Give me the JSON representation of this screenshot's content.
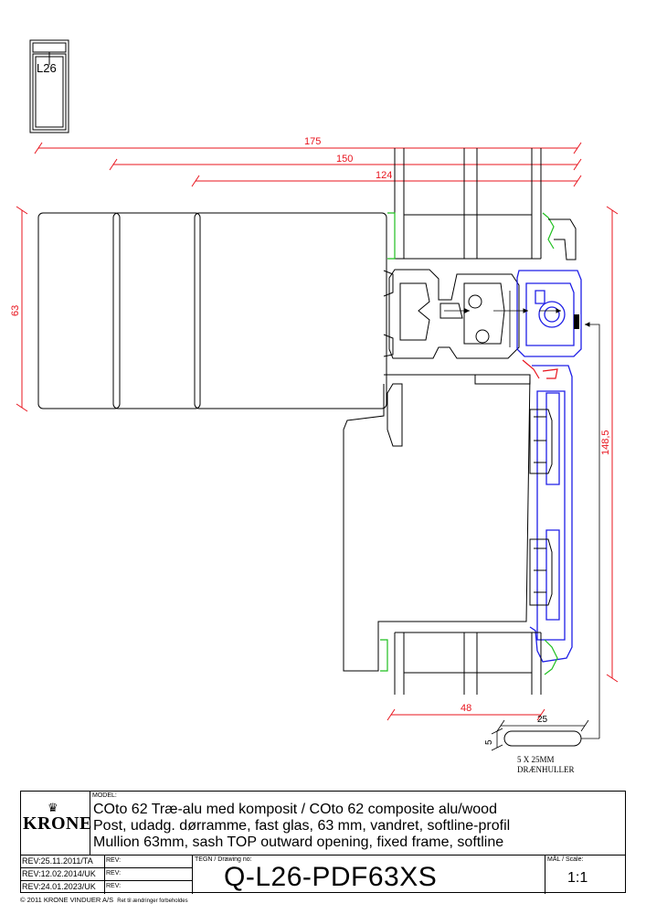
{
  "key_label": "L26",
  "dimensions": {
    "d175": "175",
    "d150": "150",
    "d124": "124",
    "d63": "63",
    "d148_5": "148,5",
    "d48": "48",
    "d25": "25",
    "d5": "5"
  },
  "drain_note": {
    "line1": "5 X 25MM",
    "line2": "DRÆNHULLER"
  },
  "title_block": {
    "model_label": "MODEL:",
    "logo_text": "KRONE",
    "model_lines": [
      "COto 62 Træ-alu med komposit / COto 62 composite alu/wood",
      "Post, udadg. dørramme, fast glas, 63 mm, vandret, softline-profil",
      "Mullion 63mm, sash TOP outward opening, fixed frame, softline"
    ],
    "revisions": [
      "REV:25.11.2011/TA",
      "REV:12.02.2014/UK",
      "REV:24.01.2023/UK"
    ],
    "rev_blank": "REV:",
    "drawing_no_label": "TEGN / Drawing no:",
    "drawing_no": "Q-L26-PDF63XS",
    "scale_label": "MÅL / Scale:",
    "scale": "1:1"
  },
  "footer": {
    "copyright": "© 2011  KRONE VINDUER A/S",
    "note": "Ret til ændringer forbeholdes"
  },
  "colors": {
    "dimension": "#e8141e",
    "sash_profile": "#1e1ee6",
    "gasket": "#1fbf1f",
    "outline": "#000000"
  }
}
